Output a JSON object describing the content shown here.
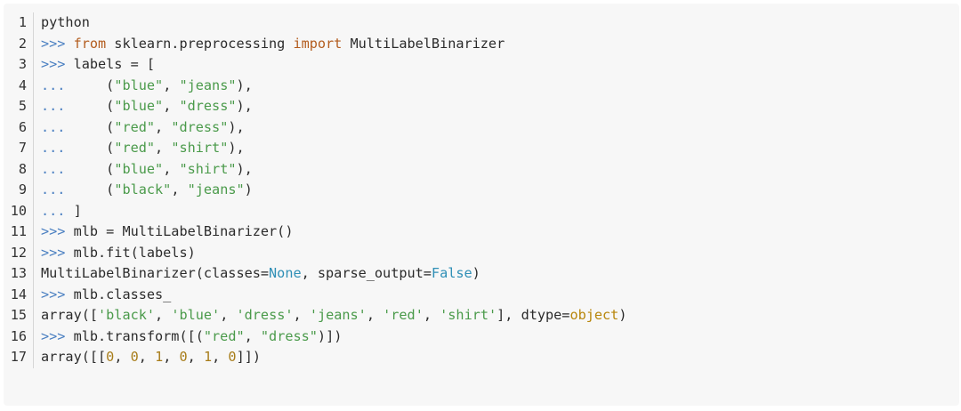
{
  "code": {
    "lines": [
      {
        "number": "1",
        "tokens": [
          {
            "t": "plain",
            "v": "python"
          }
        ]
      },
      {
        "number": "2",
        "tokens": [
          {
            "t": "prompt",
            "v": ">>> "
          },
          {
            "t": "keyword",
            "v": "from"
          },
          {
            "t": "plain",
            "v": " sklearn.preprocessing "
          },
          {
            "t": "keyword",
            "v": "import"
          },
          {
            "t": "plain",
            "v": " MultiLabelBinarizer"
          }
        ]
      },
      {
        "number": "3",
        "tokens": [
          {
            "t": "prompt",
            "v": ">>> "
          },
          {
            "t": "plain",
            "v": "labels = ["
          }
        ]
      },
      {
        "number": "4",
        "tokens": [
          {
            "t": "prompt",
            "v": "...     "
          },
          {
            "t": "plain",
            "v": "("
          },
          {
            "t": "string",
            "v": "\"blue\""
          },
          {
            "t": "plain",
            "v": ", "
          },
          {
            "t": "string",
            "v": "\"jeans\""
          },
          {
            "t": "plain",
            "v": "),"
          }
        ]
      },
      {
        "number": "5",
        "tokens": [
          {
            "t": "prompt",
            "v": "...     "
          },
          {
            "t": "plain",
            "v": "("
          },
          {
            "t": "string",
            "v": "\"blue\""
          },
          {
            "t": "plain",
            "v": ", "
          },
          {
            "t": "string",
            "v": "\"dress\""
          },
          {
            "t": "plain",
            "v": "),"
          }
        ]
      },
      {
        "number": "6",
        "tokens": [
          {
            "t": "prompt",
            "v": "...     "
          },
          {
            "t": "plain",
            "v": "("
          },
          {
            "t": "string",
            "v": "\"red\""
          },
          {
            "t": "plain",
            "v": ", "
          },
          {
            "t": "string",
            "v": "\"dress\""
          },
          {
            "t": "plain",
            "v": "),"
          }
        ]
      },
      {
        "number": "7",
        "tokens": [
          {
            "t": "prompt",
            "v": "...     "
          },
          {
            "t": "plain",
            "v": "("
          },
          {
            "t": "string",
            "v": "\"red\""
          },
          {
            "t": "plain",
            "v": ", "
          },
          {
            "t": "string",
            "v": "\"shirt\""
          },
          {
            "t": "plain",
            "v": "),"
          }
        ]
      },
      {
        "number": "8",
        "tokens": [
          {
            "t": "prompt",
            "v": "...     "
          },
          {
            "t": "plain",
            "v": "("
          },
          {
            "t": "string",
            "v": "\"blue\""
          },
          {
            "t": "plain",
            "v": ", "
          },
          {
            "t": "string",
            "v": "\"shirt\""
          },
          {
            "t": "plain",
            "v": "),"
          }
        ]
      },
      {
        "number": "9",
        "tokens": [
          {
            "t": "prompt",
            "v": "...     "
          },
          {
            "t": "plain",
            "v": "("
          },
          {
            "t": "string",
            "v": "\"black\""
          },
          {
            "t": "plain",
            "v": ", "
          },
          {
            "t": "string",
            "v": "\"jeans\""
          },
          {
            "t": "plain",
            "v": ")"
          }
        ]
      },
      {
        "number": "10",
        "tokens": [
          {
            "t": "prompt",
            "v": "... "
          },
          {
            "t": "plain",
            "v": "]"
          }
        ]
      },
      {
        "number": "11",
        "tokens": [
          {
            "t": "prompt",
            "v": ">>> "
          },
          {
            "t": "plain",
            "v": "mlb = MultiLabelBinarizer()"
          }
        ]
      },
      {
        "number": "12",
        "tokens": [
          {
            "t": "prompt",
            "v": ">>> "
          },
          {
            "t": "plain",
            "v": "mlb.fit(labels)"
          }
        ]
      },
      {
        "number": "13",
        "tokens": [
          {
            "t": "plain",
            "v": "MultiLabelBinarizer(classes="
          },
          {
            "t": "constant",
            "v": "None"
          },
          {
            "t": "plain",
            "v": ", sparse_output="
          },
          {
            "t": "constant",
            "v": "False"
          },
          {
            "t": "plain",
            "v": ")"
          }
        ]
      },
      {
        "number": "14",
        "tokens": [
          {
            "t": "prompt",
            "v": ">>> "
          },
          {
            "t": "plain",
            "v": "mlb.classes_"
          }
        ]
      },
      {
        "number": "15",
        "tokens": [
          {
            "t": "plain",
            "v": "array(["
          },
          {
            "t": "string",
            "v": "'black'"
          },
          {
            "t": "plain",
            "v": ", "
          },
          {
            "t": "string",
            "v": "'blue'"
          },
          {
            "t": "plain",
            "v": ", "
          },
          {
            "t": "string",
            "v": "'dress'"
          },
          {
            "t": "plain",
            "v": ", "
          },
          {
            "t": "string",
            "v": "'jeans'"
          },
          {
            "t": "plain",
            "v": ", "
          },
          {
            "t": "string",
            "v": "'red'"
          },
          {
            "t": "plain",
            "v": ", "
          },
          {
            "t": "string",
            "v": "'shirt'"
          },
          {
            "t": "plain",
            "v": "], dtype="
          },
          {
            "t": "type",
            "v": "object"
          },
          {
            "t": "plain",
            "v": ")"
          }
        ]
      },
      {
        "number": "16",
        "tokens": [
          {
            "t": "prompt",
            "v": ">>> "
          },
          {
            "t": "plain",
            "v": "mlb.transform([("
          },
          {
            "t": "string",
            "v": "\"red\""
          },
          {
            "t": "plain",
            "v": ", "
          },
          {
            "t": "string",
            "v": "\"dress\""
          },
          {
            "t": "plain",
            "v": ")])"
          }
        ]
      },
      {
        "number": "17",
        "tokens": [
          {
            "t": "plain",
            "v": "array([["
          },
          {
            "t": "number",
            "v": "0"
          },
          {
            "t": "plain",
            "v": ", "
          },
          {
            "t": "number",
            "v": "0"
          },
          {
            "t": "plain",
            "v": ", "
          },
          {
            "t": "number",
            "v": "1"
          },
          {
            "t": "plain",
            "v": ", "
          },
          {
            "t": "number",
            "v": "0"
          },
          {
            "t": "plain",
            "v": ", "
          },
          {
            "t": "number",
            "v": "1"
          },
          {
            "t": "plain",
            "v": ", "
          },
          {
            "t": "number",
            "v": "0"
          },
          {
            "t": "plain",
            "v": "]])"
          }
        ]
      }
    ]
  },
  "colors": {
    "background": "#f7f7f7",
    "prompt": "#4a7fc1",
    "keyword": "#b35c1e",
    "string": "#4a9a4a",
    "number": "#a87d1a",
    "constant": "#2f8fb6",
    "type": "#b8860b"
  }
}
